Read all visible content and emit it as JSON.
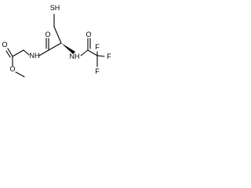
{
  "molecule": {
    "atom_labels": {
      "sulfanyl": "SH",
      "amide_n_left": "NH",
      "amide_n_right": "NH",
      "ester_carbonyl_o": "O",
      "ester_o": "O",
      "amide_o_left": "O",
      "amide_o_right": "O",
      "f_top": "F",
      "f_right": "F",
      "f_bottom": "F"
    },
    "stereo": {
      "wedge_bond": "alpha-carbon to NH"
    },
    "colors": {
      "ink": "#000000",
      "background": "#ffffff"
    }
  }
}
